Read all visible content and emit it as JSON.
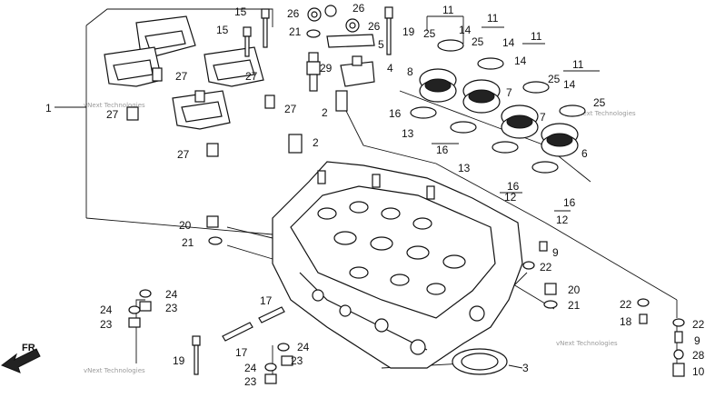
{
  "watermarks": [
    {
      "text": "vNext Technologies"
    },
    {
      "text": "vNext Technologies"
    },
    {
      "text": "vNext Technologies"
    },
    {
      "text": "vNext Technologies"
    }
  ],
  "direction": {
    "label": "FR."
  },
  "callouts": [
    {
      "id": "c15a",
      "text": "15"
    },
    {
      "id": "c15b",
      "text": "15"
    },
    {
      "id": "c26a",
      "text": "26"
    },
    {
      "id": "c26b",
      "text": "26"
    },
    {
      "id": "c26c",
      "text": "26"
    },
    {
      "id": "c21a",
      "text": "21"
    },
    {
      "id": "c19a",
      "text": "19"
    },
    {
      "id": "c5",
      "text": "5"
    },
    {
      "id": "c29",
      "text": "29"
    },
    {
      "id": "c4",
      "text": "4"
    },
    {
      "id": "c27a",
      "text": "27"
    },
    {
      "id": "c27b",
      "text": "27"
    },
    {
      "id": "c27c",
      "text": "27"
    },
    {
      "id": "c27d",
      "text": "27"
    },
    {
      "id": "c27e",
      "text": "27"
    },
    {
      "id": "c1",
      "text": "1"
    },
    {
      "id": "c2a",
      "text": "2"
    },
    {
      "id": "c2b",
      "text": "2"
    },
    {
      "id": "c11a",
      "text": "11"
    },
    {
      "id": "c11b",
      "text": "11"
    },
    {
      "id": "c11c",
      "text": "11"
    },
    {
      "id": "c11d",
      "text": "11"
    },
    {
      "id": "c25a",
      "text": "25"
    },
    {
      "id": "c25b",
      "text": "25"
    },
    {
      "id": "c25c",
      "text": "25"
    },
    {
      "id": "c25d",
      "text": "25"
    },
    {
      "id": "c14a",
      "text": "14"
    },
    {
      "id": "c14b",
      "text": "14"
    },
    {
      "id": "c14c",
      "text": "14"
    },
    {
      "id": "c14d",
      "text": "14"
    },
    {
      "id": "c8",
      "text": "8"
    },
    {
      "id": "c7a",
      "text": "7"
    },
    {
      "id": "c7b",
      "text": "7"
    },
    {
      "id": "c6",
      "text": "6"
    },
    {
      "id": "c16a",
      "text": "16"
    },
    {
      "id": "c16b",
      "text": "16"
    },
    {
      "id": "c16c",
      "text": "16"
    },
    {
      "id": "c16d",
      "text": "16"
    },
    {
      "id": "c13a",
      "text": "13"
    },
    {
      "id": "c13b",
      "text": "13"
    },
    {
      "id": "c12a",
      "text": "12"
    },
    {
      "id": "c12b",
      "text": "12"
    },
    {
      "id": "c20a",
      "text": "20"
    },
    {
      "id": "c21b",
      "text": "21"
    },
    {
      "id": "c9a",
      "text": "9"
    },
    {
      "id": "c22a",
      "text": "22"
    },
    {
      "id": "c20b",
      "text": "20"
    },
    {
      "id": "c21c",
      "text": "21"
    },
    {
      "id": "c22b",
      "text": "22"
    },
    {
      "id": "c18",
      "text": "18"
    },
    {
      "id": "c24a",
      "text": "24"
    },
    {
      "id": "c24b",
      "text": "24"
    },
    {
      "id": "c23a",
      "text": "23"
    },
    {
      "id": "c23b",
      "text": "23"
    },
    {
      "id": "c17a",
      "text": "17"
    },
    {
      "id": "c17b",
      "text": "17"
    },
    {
      "id": "c24c",
      "text": "24"
    },
    {
      "id": "c24d",
      "text": "24"
    },
    {
      "id": "c23c",
      "text": "23"
    },
    {
      "id": "c23d",
      "text": "23"
    },
    {
      "id": "c19b",
      "text": "19"
    },
    {
      "id": "c3",
      "text": "3"
    },
    {
      "id": "c22c",
      "text": "22"
    },
    {
      "id": "c9b",
      "text": "9"
    },
    {
      "id": "c28",
      "text": "28"
    },
    {
      "id": "c10",
      "text": "10"
    }
  ]
}
